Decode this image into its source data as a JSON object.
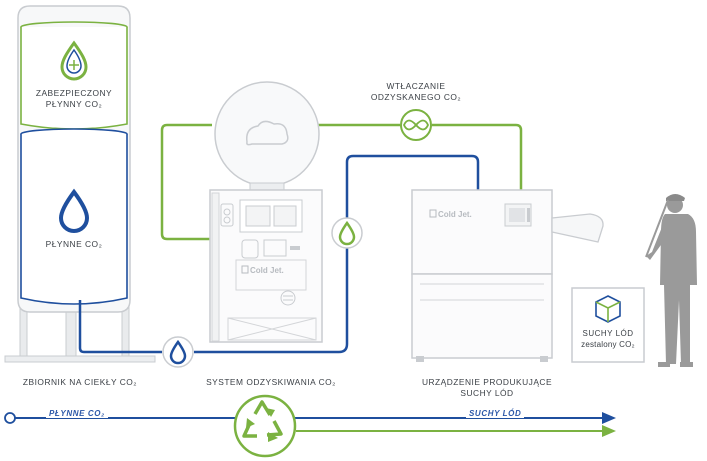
{
  "tank": {
    "top_label_line1": "ZABEZPIECZONY",
    "top_label_line2": "PŁYNNY CO₂",
    "bottom_label": "PŁYNNE CO₂",
    "caption": "ZBIORNIK NA CIEKŁY CO₂"
  },
  "injection": {
    "label_line1": "WTŁACZANIE",
    "label_line2": "ODZYSKANEGO CO₂"
  },
  "recovery": {
    "caption": "SYSTEM ODZYSKIWANIA CO₂",
    "brand": "Cold Jet."
  },
  "producer": {
    "caption_line1": "URZĄDZENIE PRODUKUJĄCE",
    "caption_line2": "SUCHY LÓD",
    "brand": "Cold Jet."
  },
  "box": {
    "label_line1": "SUCHY LÓD",
    "label_line2": "zestalony CO₂"
  },
  "flow": {
    "left_label": "PŁYNNE CO₂",
    "right_label": "SUCHY LÓD"
  },
  "colors": {
    "green": "#7bb241",
    "blue": "#1f4f9e",
    "gray": "#c9ccd0",
    "person": "#9a9a9a"
  },
  "icons": [
    "shielded-droplet-icon",
    "droplet-icon",
    "recycle-icon",
    "ice-cube-icon",
    "person-silhouette"
  ]
}
